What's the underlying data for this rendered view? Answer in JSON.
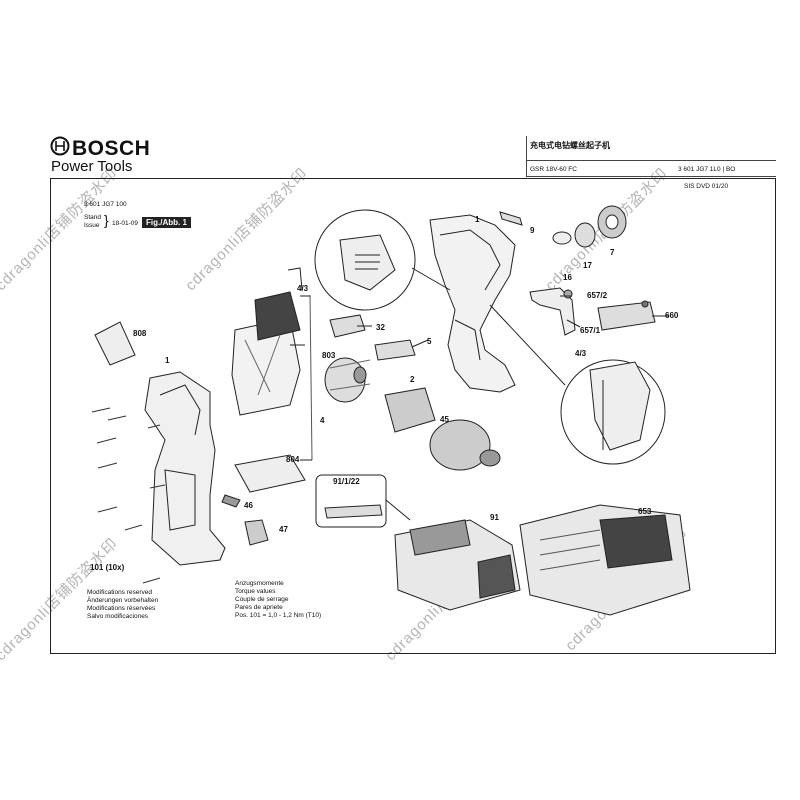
{
  "header": {
    "brand": "BOSCH",
    "subtitle": "Power Tools",
    "title_cn": "充电式电钻螺丝起子机",
    "model": "GSR 18V-60 FC",
    "part_number": "3 601 JG7 1L0 | BO",
    "sis": "SIS DVD 01/20"
  },
  "info": {
    "doc_number": "3 601 JG7 100",
    "stand_label": "Stand",
    "issue_label": "Issue",
    "stand_date": "18-01-09",
    "fig_label": "Fig./Abb. 1"
  },
  "notes": {
    "modifications": [
      "Modifications reserved",
      "Änderungen vorbehalten",
      "Modifications réservées",
      "Salvo modificaciones"
    ],
    "torque": [
      "Anzugsmomente",
      "Torque values",
      "Couple de serrage",
      "Pares de apriete",
      "Pos. 101  =  1,0 - 1,2 Nm (T10)"
    ]
  },
  "labels": [
    "1",
    "9",
    "16",
    "17",
    "7",
    "657/2",
    "660",
    "657/1",
    "4/3",
    "808",
    "1",
    "4/3",
    "32",
    "5",
    "803",
    "2",
    "45",
    "4",
    "804",
    "91/1/22",
    "91",
    "653",
    "46",
    "47",
    "101 (10x)"
  ],
  "watermark": "cdragonli店铺防盗水印"
}
